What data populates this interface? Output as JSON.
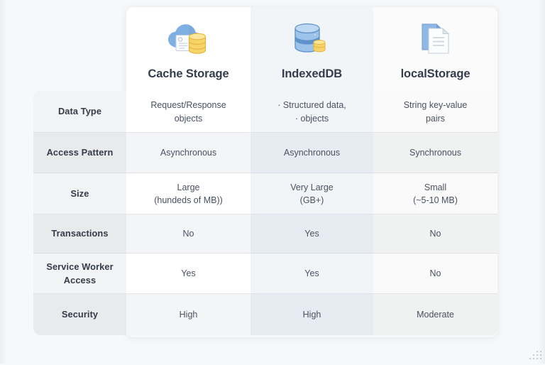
{
  "table": {
    "columns": [
      {
        "id": "rowlabel",
        "label": ""
      },
      {
        "id": "cache",
        "label": "Cache Storage",
        "icon": "cloud-database-icon"
      },
      {
        "id": "idb",
        "label": "IndexedDB",
        "icon": "database-cylinder-icon"
      },
      {
        "id": "local",
        "label": "localStorage",
        "icon": "stacked-documents-icon"
      }
    ],
    "rows": [
      {
        "label": "Data Type",
        "cache": "Request/Response\nobjects",
        "idb": "· Structured data,\n· objects",
        "local": "String key-value\npairs"
      },
      {
        "label": "Access Pattern",
        "cache": "Asynchronous",
        "idb": "Asynchronous",
        "local": "Synchronous"
      },
      {
        "label": "Size",
        "cache": "Large\n(hundeds of MB))",
        "idb": "Very Large\n(GB+)",
        "local": "Small\n(~5-10 MB)"
      },
      {
        "label": "Transactions",
        "cache": "No",
        "idb": "Yes",
        "local": "No"
      },
      {
        "label": "Service Worker\nAccess",
        "cache": "Yes",
        "idb": "Yes",
        "local": "No"
      },
      {
        "label": "Security",
        "cache": "High",
        "idb": "High",
        "local": "Moderate"
      }
    ]
  },
  "colors": {
    "page_background": "#f7f8f9",
    "label_column": "#f2f3f5",
    "cache_column": "#ffffff",
    "indexeddb_column": "#f2f5f8",
    "localstorage_column": "#fafafa",
    "heading_text": "#353c4b",
    "body_text": "#4a5260",
    "icon_blue": "#7eade0",
    "icon_blue_dark": "#4a7fbf",
    "icon_amber": "#f5d76e",
    "icon_amber_dark": "#e0a93b"
  }
}
